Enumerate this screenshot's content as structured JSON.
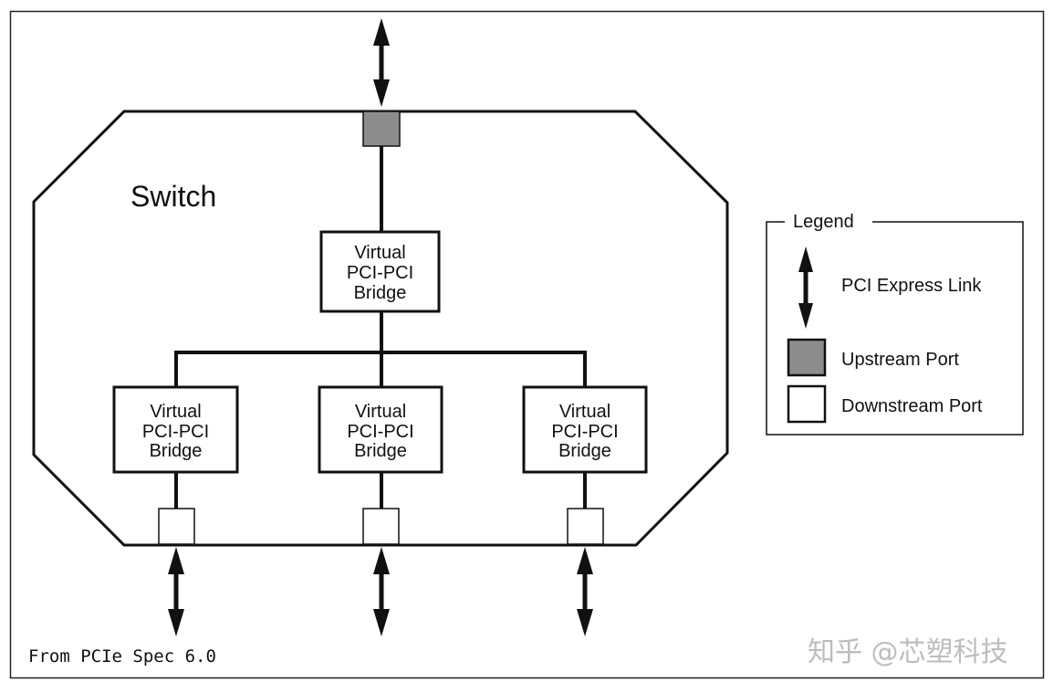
{
  "switch_label": "Switch",
  "bridges": {
    "upstream": [
      "Virtual",
      "PCI-PCI",
      "Bridge"
    ],
    "downstream_1": [
      "Virtual",
      "PCI-PCI",
      "Bridge"
    ],
    "downstream_2": [
      "Virtual",
      "PCI-PCI",
      "Bridge"
    ],
    "downstream_3": [
      "Virtual",
      "PCI-PCI",
      "Bridge"
    ]
  },
  "legend": {
    "title": "Legend",
    "link_label": "PCI Express Link",
    "upstream_label": "Upstream Port",
    "downstream_label": "Downstream Port"
  },
  "source_note": "From PCIe Spec 6.0",
  "watermark": "知乎 @芯塑科技",
  "colors": {
    "upstream_port": "#8c8c8c",
    "downstream_port": "#ffffff",
    "line": "#111111"
  }
}
